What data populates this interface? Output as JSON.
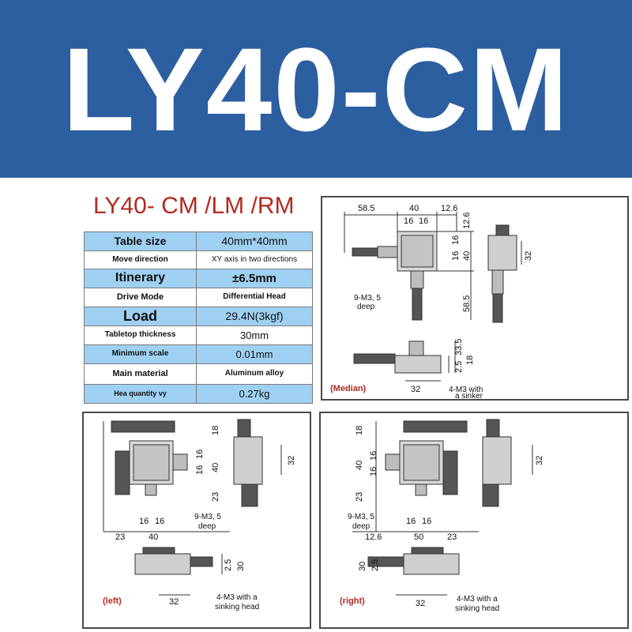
{
  "banner": {
    "title": "LY40-CM"
  },
  "spec": {
    "heading": "LY40- CM /LM /RM",
    "rows": [
      {
        "label": "Table size",
        "value": "40mm*40mm"
      },
      {
        "label": "Move direction",
        "value": "XY axis in two directions"
      },
      {
        "label": "Itinerary",
        "value": "±6.5mm"
      },
      {
        "label": "Drive Mode",
        "value": "Differential Head"
      },
      {
        "label": "Load",
        "value": "29.4N(3kgf)"
      },
      {
        "label": "Tabletop thickness",
        "value": "30mm"
      },
      {
        "label": "Minimum scale",
        "value": "0.01mm"
      },
      {
        "label": "Main material",
        "value": "Aluminum alloy"
      },
      {
        "label": "Hea quantity vy",
        "value": "0.27kg"
      }
    ]
  },
  "panels": {
    "median": {
      "label": "(Median)",
      "dims": [
        "58.5",
        "40",
        "12.6",
        "16",
        "16",
        "12.6",
        "16",
        "16",
        "40",
        "32",
        "58.5",
        "33.5",
        "18",
        "2.5",
        "32"
      ],
      "notes": [
        "9-M3, 5",
        "deep",
        "4-M3 with",
        "a sinker"
      ]
    },
    "left": {
      "label": "(left)",
      "dims": [
        "18",
        "16",
        "16",
        "40",
        "23",
        "32",
        "16",
        "16",
        "23",
        "40",
        "2.5",
        "30",
        "32"
      ],
      "notes": [
        "9-M3, 5",
        "deep",
        "4-M3 with a",
        "sinking head"
      ]
    },
    "right": {
      "label": "(right)",
      "dims": [
        "18",
        "40",
        "16",
        "16",
        "23",
        "32",
        "16",
        "16",
        "12.6",
        "50",
        "23",
        "30",
        "2.5",
        "32"
      ],
      "notes": [
        "9-M3, 5",
        "deep",
        "4-M3 with a",
        "sinking head"
      ]
    }
  }
}
